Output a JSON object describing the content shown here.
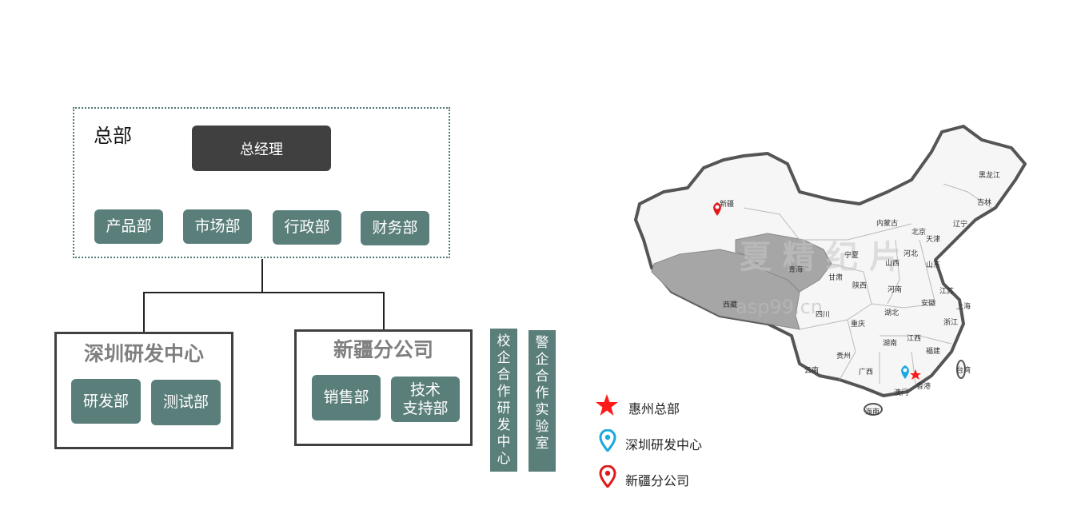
{
  "hq": {
    "title": "总部",
    "manager": "总经理",
    "departments": [
      "产品部",
      "市场部",
      "行政部",
      "财务部"
    ]
  },
  "branches": [
    {
      "title": "深圳研发中心",
      "units": [
        "研发部",
        "测试部"
      ]
    },
    {
      "title": "新疆分公司",
      "units": [
        "销售部",
        "技术\n支持部"
      ]
    }
  ],
  "labs": [
    "校企合作研发中心",
    "警企合作实验室"
  ],
  "map": {
    "provinces": [
      "黑龙江",
      "吉林",
      "辽宁",
      "内蒙古",
      "北京",
      "天津",
      "河北",
      "山东",
      "山西",
      "新疆",
      "青海",
      "宁夏",
      "甘肃",
      "陕西",
      "河南",
      "江苏",
      "上海",
      "安徽",
      "浙江",
      "湖北",
      "西藏",
      "四川",
      "重庆",
      "湖南",
      "江西",
      "福建",
      "贵州",
      "云南",
      "广西",
      "台湾",
      "香港",
      "澳门",
      "海南"
    ],
    "watermark": "asp99.cn"
  },
  "legend": [
    {
      "label": "惠州总部",
      "icon": "red-star-icon",
      "color": "#ff1a1a"
    },
    {
      "label": "深圳研发中心",
      "icon": "blue-pin-icon",
      "color": "#1aa8e0"
    },
    {
      "label": "新疆分公司",
      "icon": "red-pin-icon",
      "color": "#e01a1a"
    }
  ]
}
